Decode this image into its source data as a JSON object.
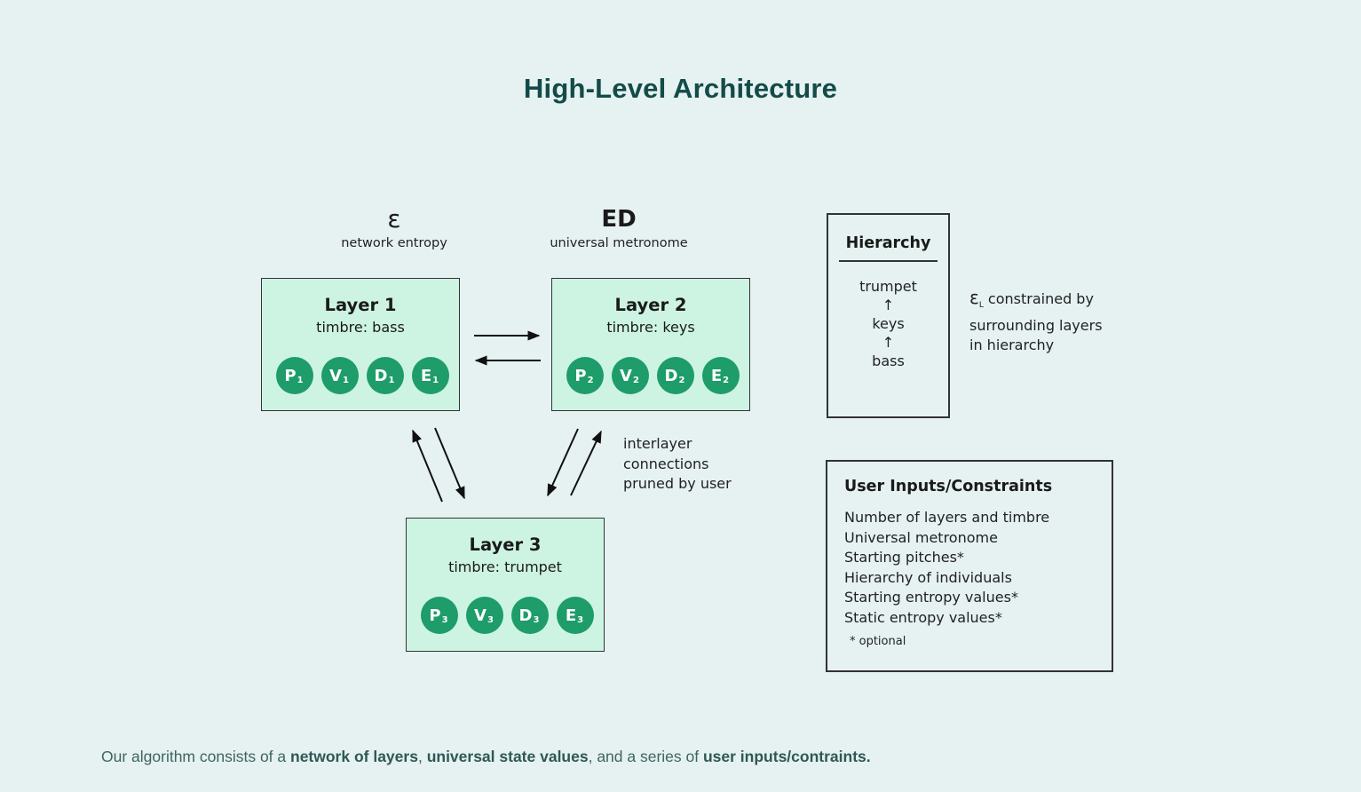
{
  "title": "High-Level Architecture",
  "symbols": {
    "entropy": {
      "symbol": "ε",
      "label": "network entropy"
    },
    "metronome": {
      "symbol": "ED",
      "label": "universal metronome"
    }
  },
  "layers": [
    {
      "title": "Layer 1",
      "timbre": "timbre: bass",
      "nodes": [
        {
          "letter": "P",
          "sub": "1"
        },
        {
          "letter": "V",
          "sub": "1"
        },
        {
          "letter": "D",
          "sub": "1"
        },
        {
          "letter": "E",
          "sub": "1"
        }
      ]
    },
    {
      "title": "Layer 2",
      "timbre": "timbre: keys",
      "nodes": [
        {
          "letter": "P",
          "sub": "2"
        },
        {
          "letter": "V",
          "sub": "2"
        },
        {
          "letter": "D",
          "sub": "2"
        },
        {
          "letter": "E",
          "sub": "2"
        }
      ]
    },
    {
      "title": "Layer 3",
      "timbre": "timbre: trumpet",
      "nodes": [
        {
          "letter": "P",
          "sub": "3"
        },
        {
          "letter": "V",
          "sub": "3"
        },
        {
          "letter": "D",
          "sub": "3"
        },
        {
          "letter": "E",
          "sub": "3"
        }
      ]
    }
  ],
  "interlayer_note": [
    "interlayer",
    "connections",
    "pruned by user"
  ],
  "hierarchy": {
    "title": "Hierarchy",
    "items": [
      "trumpet",
      "keys",
      "bass"
    ],
    "arrow": "↑"
  },
  "constraint_note": {
    "symbol": "ε",
    "sub": "L",
    "line1": " constrained by",
    "line2": "surrounding layers",
    "line3": "in hierarchy"
  },
  "user_inputs": {
    "title": "User Inputs/Constraints",
    "items": [
      "Number of layers and timbre",
      "Universal metronome",
      "Starting pitches*",
      "Hierarchy of individuals",
      "Starting entropy values*",
      "Static entropy values*"
    ],
    "footnote": "* optional"
  },
  "caption": {
    "t1": "Our algorithm consists of a ",
    "b1": "network of layers",
    "t2": ", ",
    "b2": "universal state values",
    "t3": ", and a series of ",
    "b3": "user inputs/contraints."
  }
}
